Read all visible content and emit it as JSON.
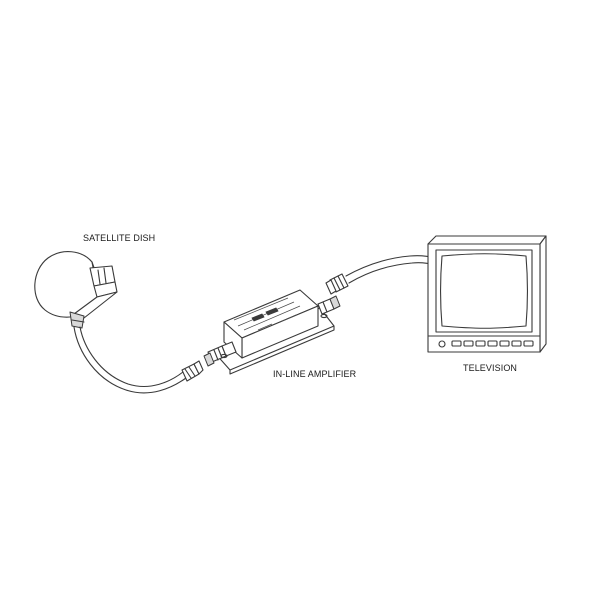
{
  "labels": {
    "dish": "SATELLITE DISH",
    "amplifier": "IN-LINE AMPLIFIER",
    "television": "TELEVISION"
  },
  "colors": {
    "line": "#3a3a3a",
    "background": "#ffffff",
    "label": "#1a1a1a"
  }
}
